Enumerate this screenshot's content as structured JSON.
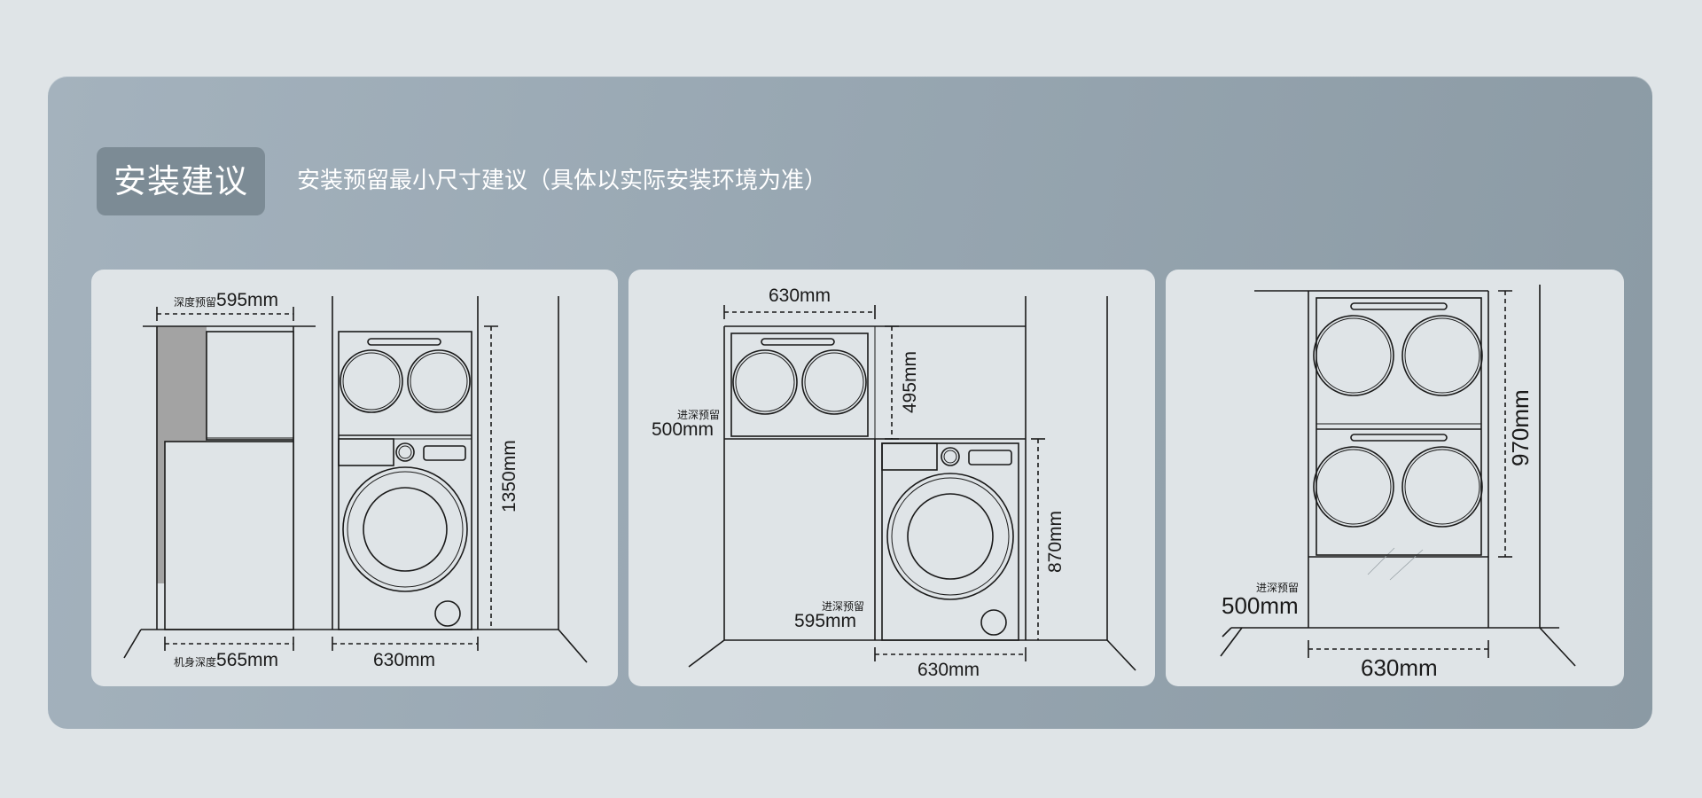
{
  "header": {
    "badge": "安装建议",
    "subtitle": "安装预留最小尺寸建议（具体以实际安装环境为准）"
  },
  "panel1": {
    "depth_reserve_label": "深度预留",
    "depth_reserve_value": "595mm",
    "body_depth_label": "机身深度",
    "body_depth_value": "565mm",
    "width_value": "630mm",
    "height_value": "1350mm"
  },
  "panel2": {
    "top_width_value": "630mm",
    "top_height_value": "495mm",
    "depth1_label": "进深预留",
    "depth1_value": "500mm",
    "depth2_label": "进深预留",
    "depth2_value": "595mm",
    "bottom_width_value": "630mm",
    "bottom_height_value": "870mm"
  },
  "panel3": {
    "height_value": "970mm",
    "depth_label": "进深预留",
    "depth_value": "500mm",
    "width_value": "630mm"
  },
  "colors": {
    "background": "#dfe4e7",
    "card": "#98a7b2",
    "badge": "#7c8b95",
    "shaded": "#a3a3a3",
    "line": "#1a1a1a"
  }
}
